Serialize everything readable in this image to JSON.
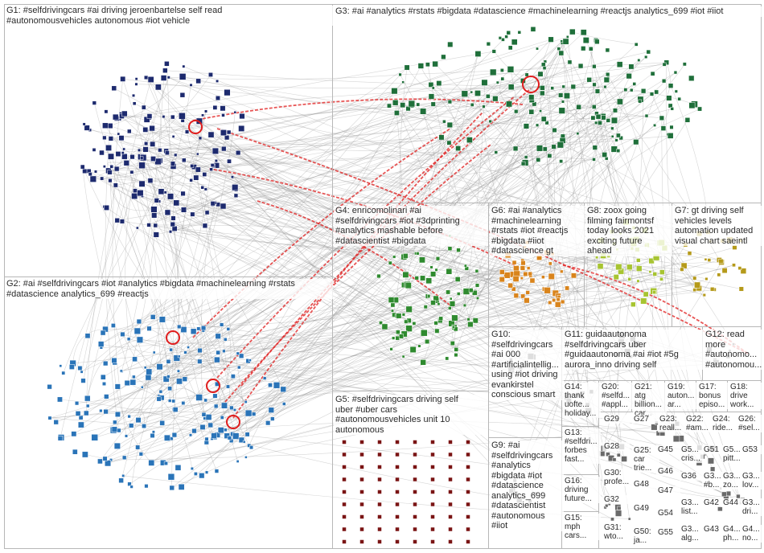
{
  "title": "",
  "palette": {
    "edge": "#8a8a8a",
    "edge_strong": "#e01d1d",
    "G1": "#1d2a6e",
    "G2": "#2a74b8",
    "G3": "#1f6f3a",
    "G4": "#2f8a2f",
    "G5": "#7a1414",
    "G6": "#d9841c",
    "G7": "#b59a1a",
    "G8": "#a7c431",
    "misc": "#6a6a6a"
  },
  "groups": [
    {
      "id": "G1",
      "text": "G1: #selfdrivingcars #ai driving jeroenbartelse self read\n#autonomousvehicles autonomous #iot vehicle"
    },
    {
      "id": "G2",
      "text": "G2: #ai #selfdrivingcars #iot #analytics #bigdata #machinelearning #rstats\n#datascience analytics_699 #reactjs"
    },
    {
      "id": "G3",
      "text": "G3: #ai #analytics #rstats #bigdata #datascience #machinelearning #reactjs analytics_699 #iot #iiot"
    },
    {
      "id": "G4",
      "text": "G4: enricomolinari #ai\n#selfdrivingcars #iot #3dprinting\n#analytics mashable before\n#datascientist #bigdata"
    },
    {
      "id": "G5",
      "text": "G5: #selfdrivingcars driving self\nuber #uber cars\n#autonomousvehicles unit 10\nautonomous"
    },
    {
      "id": "G6",
      "text": "G6: #ai #analytics\n#machinelearning\n#rstats #iot #reactjs\n#bigdata #iiot\n#datascience gt"
    },
    {
      "id": "G7",
      "text": "G7: gt driving self\nvehicles levels\nautomation updated\nvisual chart saeintl"
    },
    {
      "id": "G8",
      "text": "G8: zoox going\nfilming fairmontsf\ntoday looks 2021\nexciting future\nahead"
    },
    {
      "id": "G9",
      "text": "G9: #ai\n#selfdrivingcars\n#analytics\n#bigdata #iot\n#datascience\nanalytics_699\n#datascientist\n#autonomous\n#iiot"
    },
    {
      "id": "G10",
      "text": "G10:\n#selfdrivingcars\n#ai 000\n#artificialintellig...\nusing #iot driving\nevankirstel\nconscious smart"
    },
    {
      "id": "G11",
      "text": "G11: guidaautonoma\n#selfdrivingcars uber\n#guidaautonoma #ai #iot #5g\naurora_inno driving self"
    },
    {
      "id": "G12",
      "text": "G12: read\nmore\n#autonomo...\n#autonomou..."
    },
    {
      "id": "G13",
      "text": "G13:\n#selfdri...\nforbes\nfast..."
    },
    {
      "id": "G14",
      "text": "G14:\nthank\nuofte...\nholiday..."
    },
    {
      "id": "G15",
      "text": "G15:\nmph\ncars..."
    },
    {
      "id": "G16",
      "text": "G16:\ndriving\nfuture..."
    },
    {
      "id": "G17",
      "text": "G17:\nbonus\nepiso..."
    },
    {
      "id": "G18",
      "text": "G18:\ndrive\nwork..."
    },
    {
      "id": "G19",
      "text": "G19:\nauton...\nar..."
    },
    {
      "id": "G20",
      "text": "G20:\n#selfd...\n#appl..."
    },
    {
      "id": "G21",
      "text": "G21:\natg\nbillion...\ncar..."
    },
    {
      "id": "G22",
      "text": "G22:\n#am..."
    },
    {
      "id": "G23",
      "text": "G23:\nreall..."
    },
    {
      "id": "G24",
      "text": "G24:\nride..."
    },
    {
      "id": "G25",
      "text": "G25:\ncar\ntrie..."
    },
    {
      "id": "G26",
      "text": "G26:\n#sel..."
    },
    {
      "id": "G27",
      "text": "G27"
    },
    {
      "id": "G28",
      "text": "G28"
    },
    {
      "id": "G29",
      "text": "G29"
    },
    {
      "id": "G30",
      "text": "G30:\nprofe..."
    },
    {
      "id": "G31",
      "text": "G31:\nwto..."
    },
    {
      "id": "G32",
      "text": "G32"
    },
    {
      "id": "G33",
      "text": "G3...\nlist..."
    },
    {
      "id": "G34",
      "text": "G3...\ndri..."
    },
    {
      "id": "G35",
      "text": "G5...\ncris..."
    },
    {
      "id": "G36",
      "text": "G36"
    },
    {
      "id": "G37",
      "text": "G3...\n#b..."
    },
    {
      "id": "G38",
      "text": "G3...\nzo..."
    },
    {
      "id": "G39",
      "text": "G3...\nlov..."
    },
    {
      "id": "G40",
      "text": "G3...\nalg..."
    },
    {
      "id": "G41",
      "text": "G4...\nph..."
    },
    {
      "id": "G42",
      "text": "G42"
    },
    {
      "id": "G43",
      "text": "G43"
    },
    {
      "id": "G44",
      "text": "G44"
    },
    {
      "id": "G45",
      "text": "G45"
    },
    {
      "id": "G46",
      "text": "G46"
    },
    {
      "id": "G47",
      "text": "G47"
    },
    {
      "id": "G48",
      "text": "G48"
    },
    {
      "id": "G49",
      "text": "G49"
    },
    {
      "id": "G50",
      "text": "G50:\nja..."
    },
    {
      "id": "G51",
      "text": "G51"
    },
    {
      "id": "G52",
      "text": "G5...\npitt..."
    },
    {
      "id": "G53",
      "text": "G53"
    },
    {
      "id": "G54",
      "text": "G54"
    },
    {
      "id": "G55",
      "text": "G55"
    },
    {
      "id": "G56",
      "text": "G4...\nno..."
    }
  ]
}
